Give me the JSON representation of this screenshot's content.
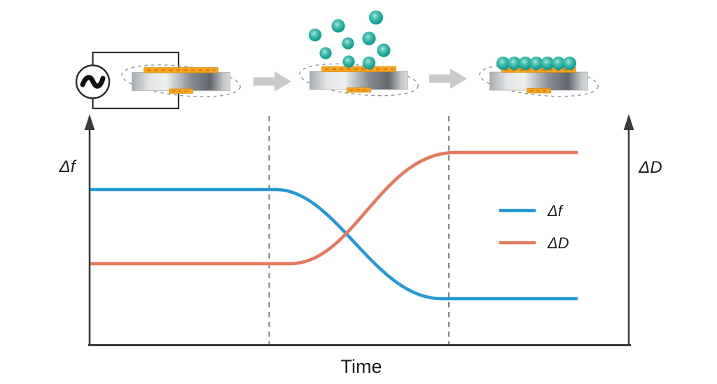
{
  "axes": {
    "left_label": "Δf",
    "right_label": "ΔD",
    "x_label": "Time"
  },
  "legend": {
    "items": [
      {
        "label": "Δf",
        "color": "#2499d6"
      },
      {
        "label": "ΔD",
        "color": "#e5795c"
      }
    ]
  },
  "stages": [
    {
      "icon": "ac-oscillator-quartz-sensor-icon",
      "description": "quartz crystal sensor driven by AC source"
    },
    {
      "icon": "molecules-above-sensor-icon",
      "description": "molecules approaching oscillating sensor"
    },
    {
      "icon": "molecules-adsorbed-on-sensor-icon",
      "description": "molecules adsorbed on sensor surface"
    }
  ],
  "stage_arrow_icon": "right-block-arrow-icon",
  "colors": {
    "delta_f_line": "#2499d6",
    "delta_D_line": "#e5795c",
    "molecule_teal": "#16a79a",
    "electrode_orange": "#f7a620",
    "axis_dark": "#3b3b3d",
    "dashed_marker_gray": "#7d8590",
    "block_arrow_gray": "#c9cacc"
  },
  "chart_data": {
    "type": "line",
    "title": "",
    "xlabel": "Time",
    "ylabel_left": "Δf",
    "ylabel_right": "ΔD",
    "grid": false,
    "axis_style": "unlabeled arrow axes, no tick marks",
    "legend_position": "inside right, mid-height",
    "x_range_normalized": [
      0,
      10
    ],
    "vertical_dashed_markers_x": [
      3.3,
      6.7
    ],
    "series": [
      {
        "name": "Δf",
        "axis": "left",
        "color": "#2499d6",
        "shape": "high plateau, sigmoidal decrease between dashed markers, low plateau",
        "x": [
          0,
          1,
          2,
          3,
          3.5,
          4,
          4.5,
          5,
          5.5,
          6,
          6.5,
          7,
          8,
          9
        ],
        "y_fraction_of_plot_height": [
          0.68,
          0.68,
          0.68,
          0.68,
          0.67,
          0.64,
          0.55,
          0.44,
          0.33,
          0.25,
          0.21,
          0.2,
          0.2,
          0.2
        ]
      },
      {
        "name": "ΔD",
        "axis": "right",
        "color": "#e5795c",
        "shape": "low plateau, sigmoidal increase between dashed markers, high plateau",
        "x": [
          0,
          1,
          2,
          3,
          3.5,
          4,
          4.5,
          5,
          5.5,
          6,
          6.5,
          7,
          8,
          9
        ],
        "y_fraction_of_plot_height": [
          0.35,
          0.35,
          0.35,
          0.35,
          0.36,
          0.39,
          0.46,
          0.57,
          0.68,
          0.78,
          0.83,
          0.84,
          0.84,
          0.84
        ]
      }
    ]
  }
}
